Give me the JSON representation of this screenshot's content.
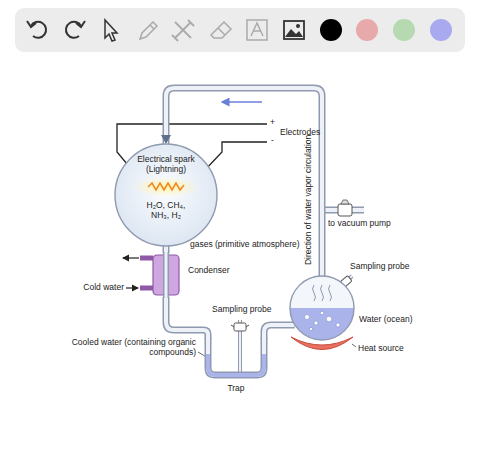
{
  "diagram": {
    "nodes": [
      {
        "text": [
          "Electrical spark (Lightning)",
          "H₂O, CH₄, NH₃, H₂"
        ]
      },
      {
        "text": [
          "Condenser"
        ]
      },
      {
        "text": [
          "Trap"
        ]
      },
      {
        "text": [
          "Water (ocean)"
        ]
      }
    ],
    "edges": [
      {
        "from": 0,
        "to": 1,
        "arrow": "none"
      },
      {
        "from": 1,
        "to": 2,
        "arrow": "none"
      },
      {
        "from": 2,
        "to": 3,
        "arrow": "none"
      },
      {
        "from": 3,
        "to": 0,
        "arrow": "to"
      }
    ],
    "labels": [
      "+",
      "-",
      "Electrodes",
      "gases (primitive atmosphere)",
      "Cold water",
      "Direction of water vapor circulation",
      "to vacuum pump",
      "Sampling probe",
      "Heat source",
      "Sampling probe",
      "Cooled water (containing organic compounds)"
    ]
  }
}
